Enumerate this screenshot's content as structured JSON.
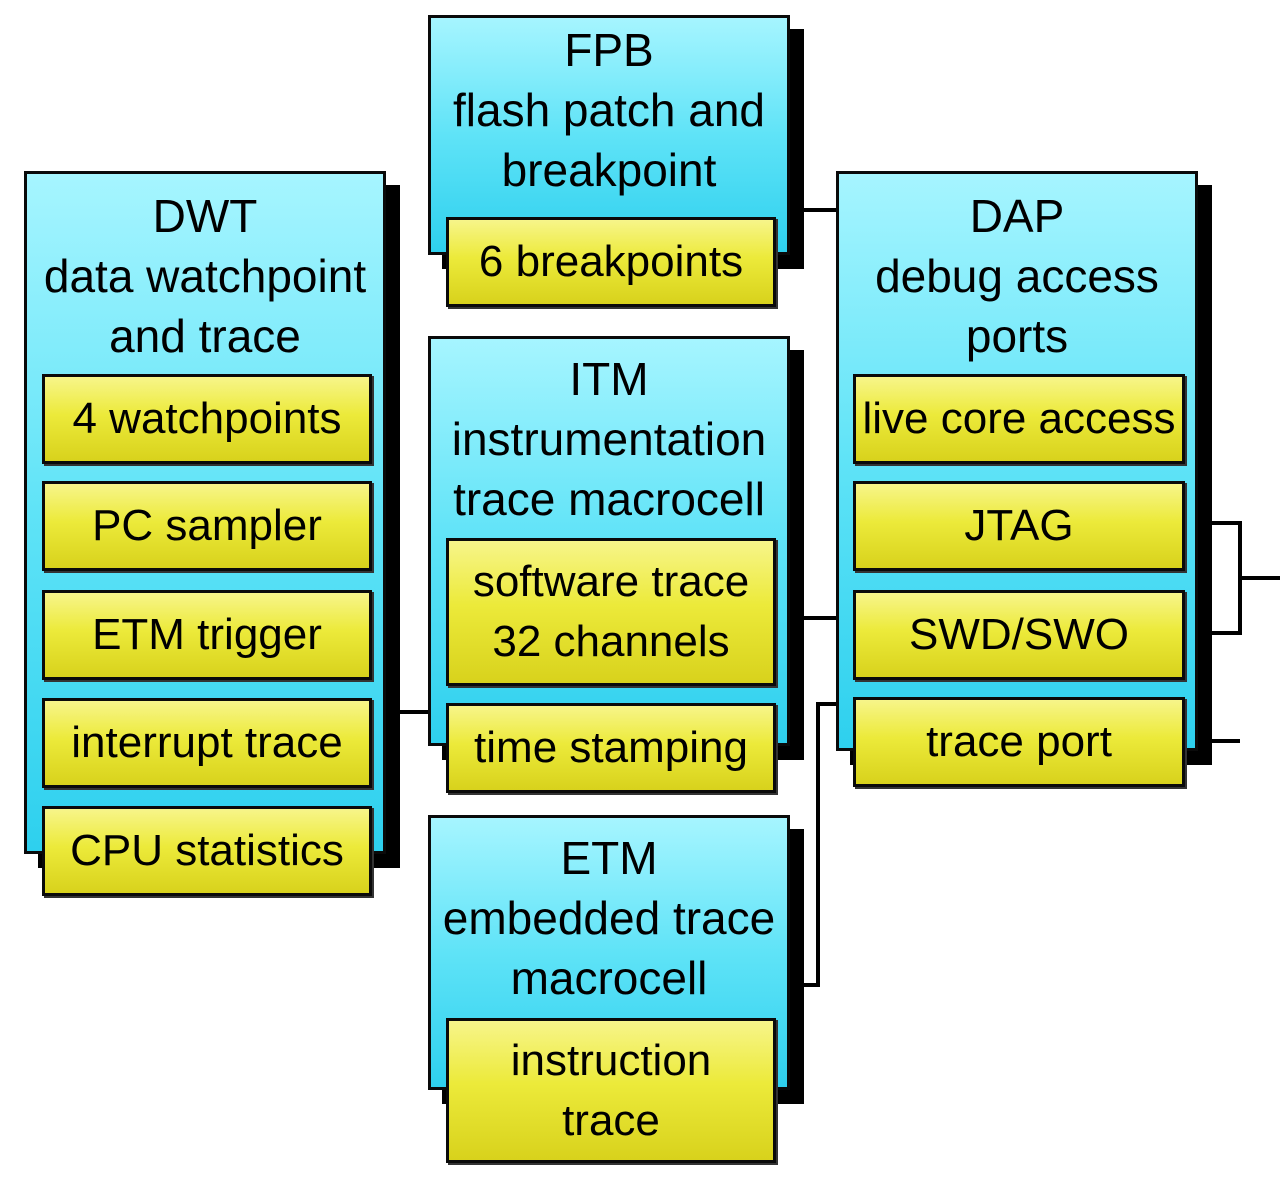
{
  "blocks": {
    "fpb": {
      "abbr": "FPB",
      "name1": "flash patch and",
      "name2": "breakpoint",
      "items": [
        "6 breakpoints"
      ]
    },
    "dwt": {
      "abbr": "DWT",
      "name1": "data watchpoint",
      "name2": "and trace",
      "items": [
        "4 watchpoints",
        "PC sampler",
        "ETM trigger",
        "interrupt trace",
        "CPU statistics"
      ]
    },
    "itm": {
      "abbr": "ITM",
      "name1": "instrumentation",
      "name2": "trace macrocell",
      "items": [
        {
          "line1": "software trace",
          "line2": "32 channels"
        },
        "time stamping"
      ]
    },
    "etm": {
      "abbr": "ETM",
      "name1": "embedded trace",
      "name2": "macrocell",
      "items": [
        {
          "line1": "instruction",
          "line2": "trace"
        }
      ]
    },
    "dap": {
      "abbr": "DAP",
      "name1": "debug access",
      "name2": "ports",
      "items": [
        "live core access",
        "JTAG",
        "SWD/SWO",
        "trace port"
      ]
    }
  },
  "colors": {
    "block_fill": "#5fe3f7",
    "cell_fill": "#ecea3a",
    "outline": "#000000"
  }
}
